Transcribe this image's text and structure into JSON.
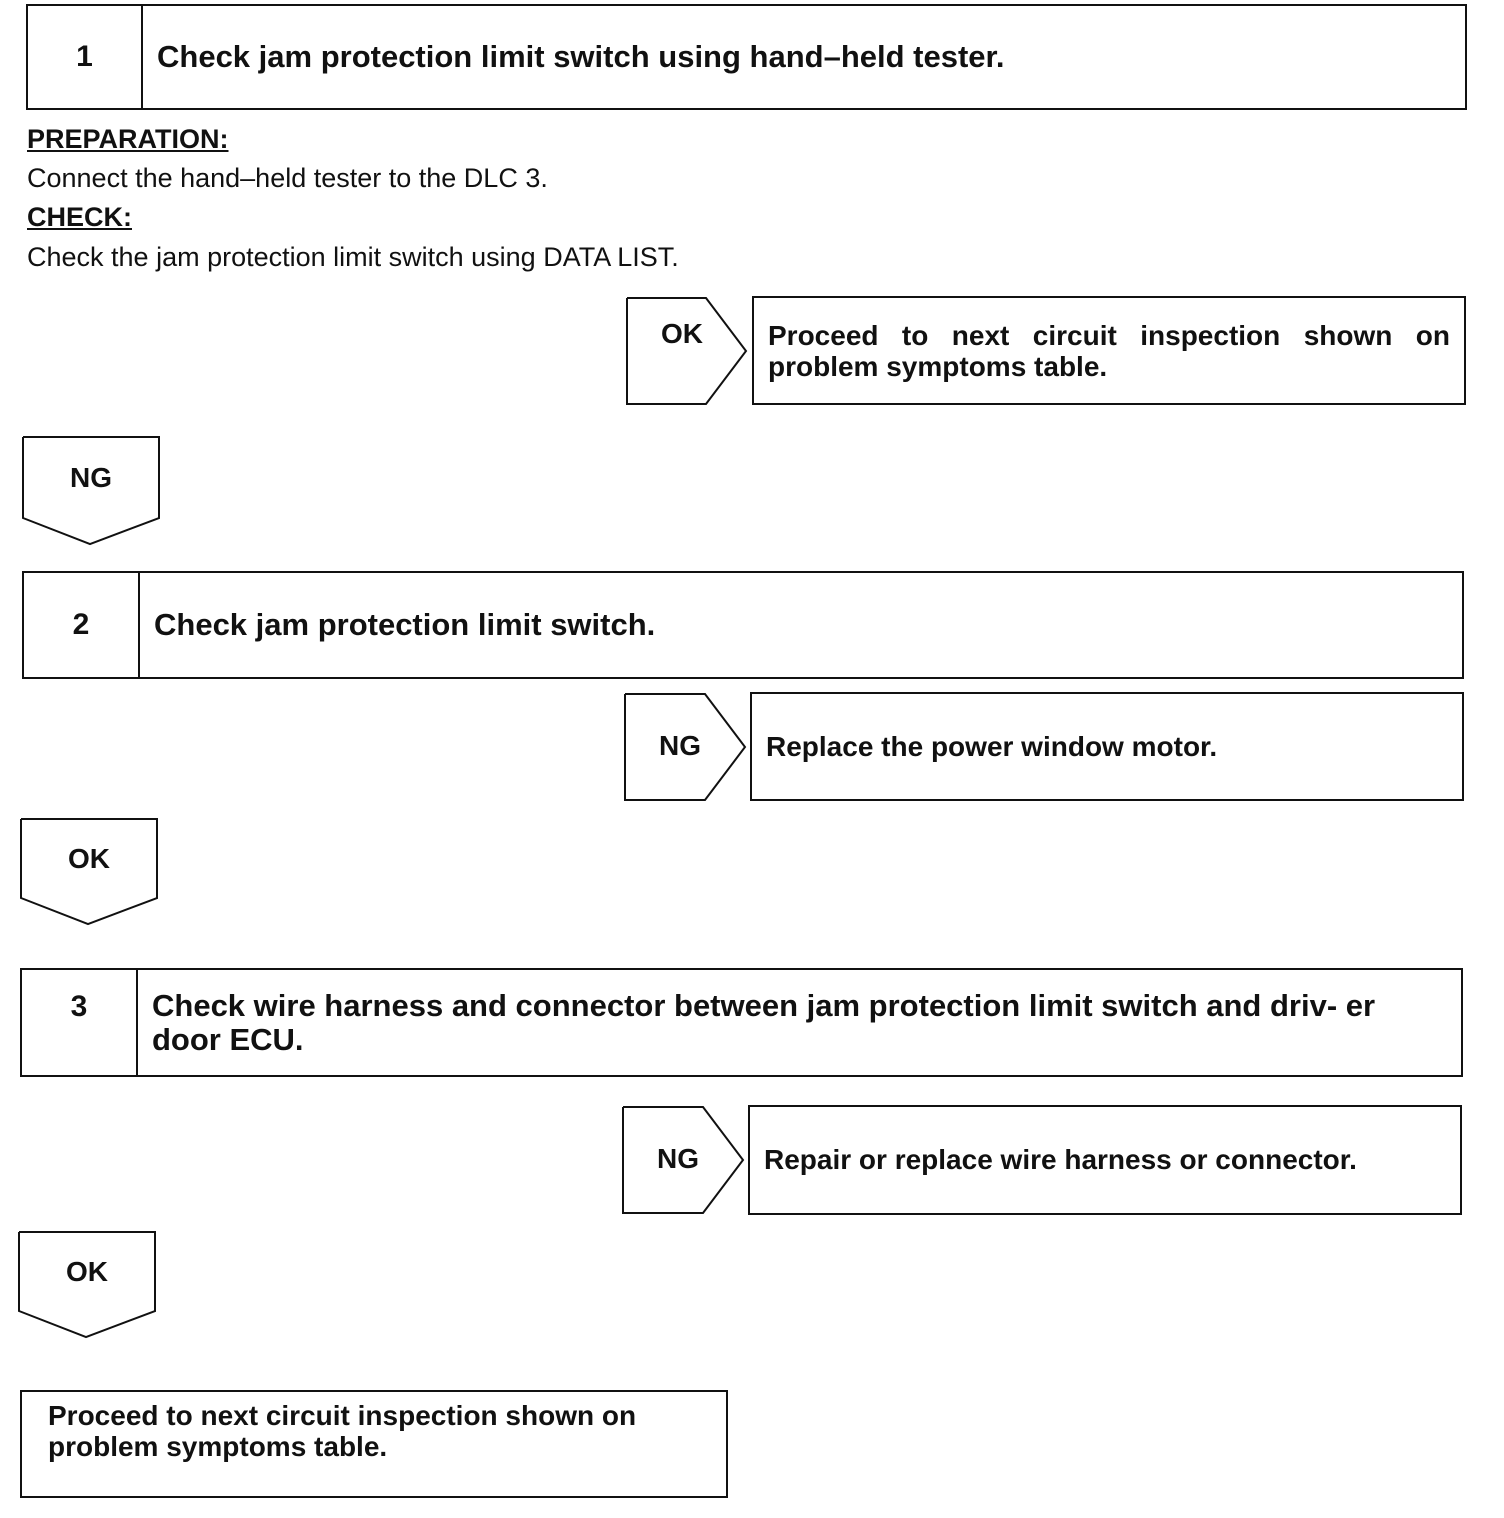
{
  "step1": {
    "number": "1",
    "title": "Check jam protection limit switch using hand–held tester."
  },
  "preparation": {
    "heading": "PREPARATION:",
    "text": "Connect the hand–held tester to the DLC 3."
  },
  "check": {
    "heading": "CHECK:",
    "text": "Check the jam protection limit switch using DATA LIST."
  },
  "step1_result_side": {
    "label": "OK",
    "text": "Proceed to next circuit inspection shown on problem symptoms table."
  },
  "step1_result_down": {
    "label": "NG"
  },
  "step2": {
    "number": "2",
    "title": "Check jam protection limit switch."
  },
  "step2_result_side": {
    "label": "NG",
    "text": "Replace the power window motor."
  },
  "step2_result_down": {
    "label": "OK"
  },
  "step3": {
    "number": "3",
    "title": "Check wire harness and connector between jam protection limit switch and driv- er door ECU."
  },
  "step3_result_side": {
    "label": "NG",
    "text": "Repair or replace wire harness or connector."
  },
  "step3_result_down": {
    "label": "OK"
  },
  "final": {
    "text": "Proceed to next circuit inspection shown on problem symptoms table."
  }
}
